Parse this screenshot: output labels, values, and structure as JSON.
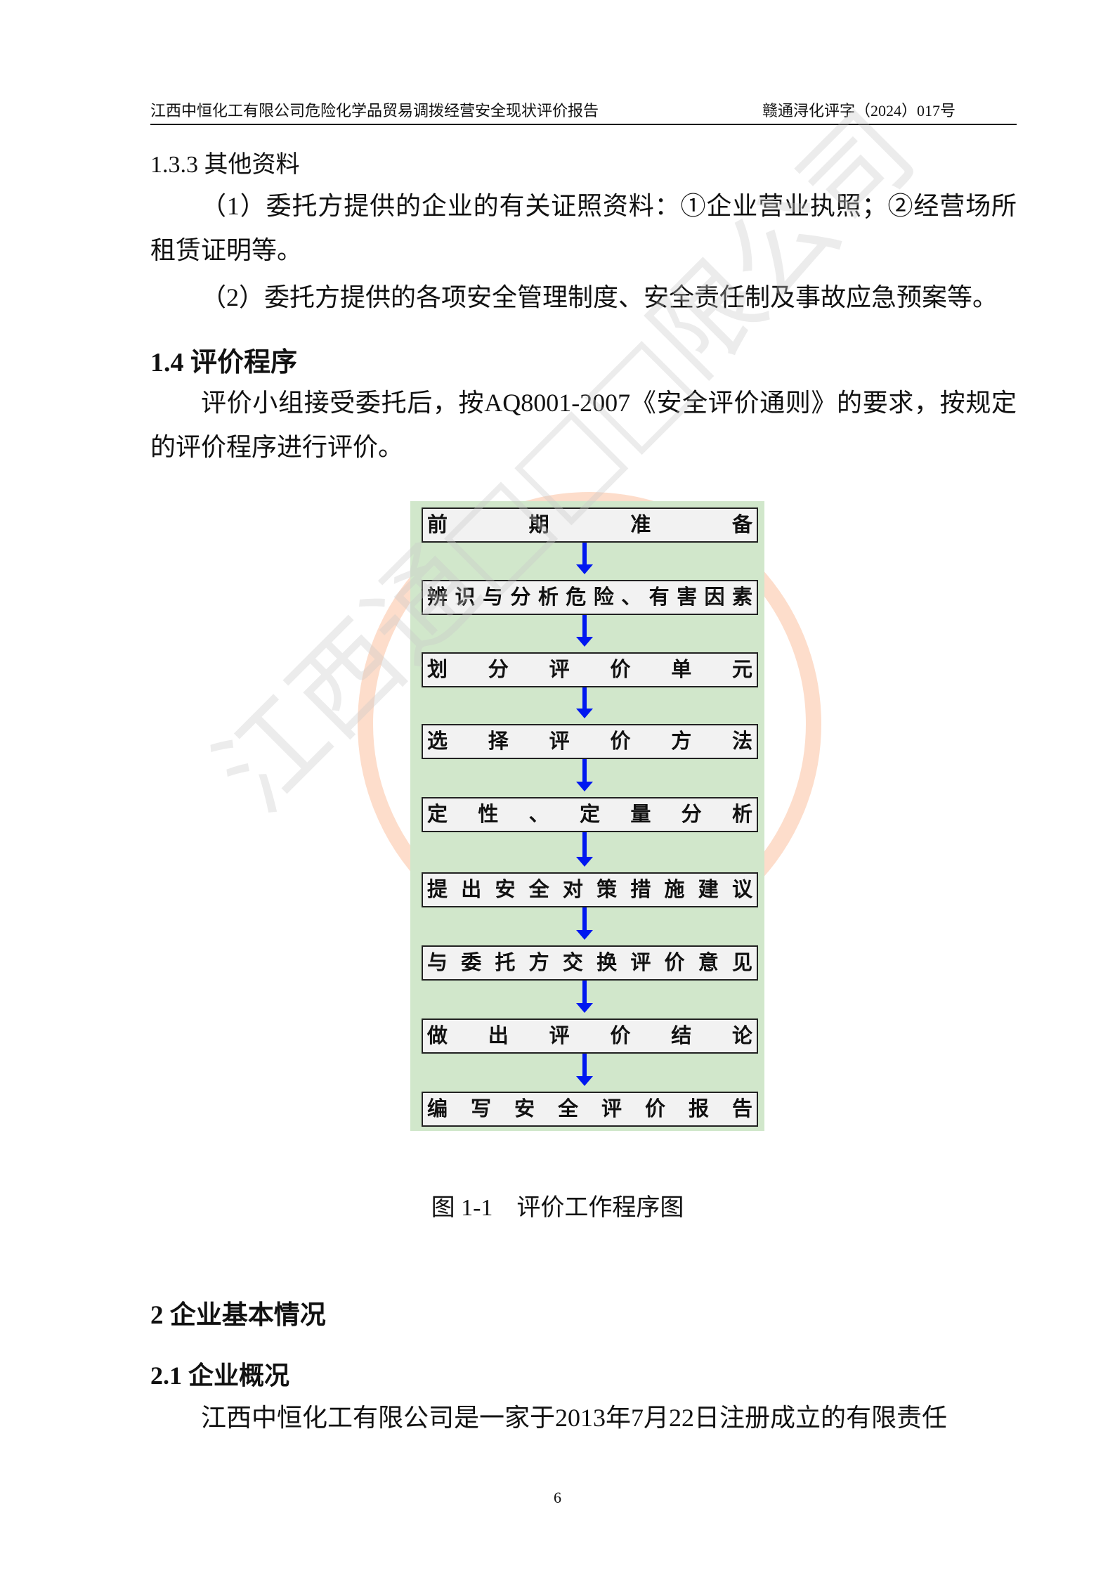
{
  "header": {
    "title": "江西中恒化工有限公司危险化学品贸易调拨经营安全现状评价报告",
    "doc_number": "赣通浔化评字（2024）017号"
  },
  "section_1_3_3": {
    "heading": "1.3.3 其他资料",
    "item1": "（1）委托方提供的企业的有关证照资料：①企业营业执照；②经营场所租赁证明等。",
    "item2": "（2）委托方提供的各项安全管理制度、安全责任制及事故应急预案等。"
  },
  "section_1_4": {
    "heading": "1.4 评价程序",
    "para": "评价小组接受委托后，按AQ8001-2007《安全评价通则》的要求，按规定的评价程序进行评价。"
  },
  "flowchart": {
    "steps": [
      "前期准备",
      "辨识与分析危险、有害因素",
      "划分评价单元",
      "选择评价方法",
      "定性、定量分析",
      "提出安全对策措施建议",
      "与委托方交换评价意见",
      "做出评价结论",
      "编写安全评价报告"
    ],
    "caption": "图 1-1　评价工作程序图",
    "colors": {
      "background": "#d1e7cb",
      "arrow": "#0018f0",
      "box": "#f2f2f2"
    }
  },
  "section_2": {
    "heading": "2 企业基本情况",
    "sub_heading": "2.1 企业概况",
    "para": "江西中恒化工有限公司是一家于2013年7月22日注册成立的有限责任"
  },
  "watermark": {
    "text": "江西通□□□限公司"
  },
  "page_number": "6"
}
